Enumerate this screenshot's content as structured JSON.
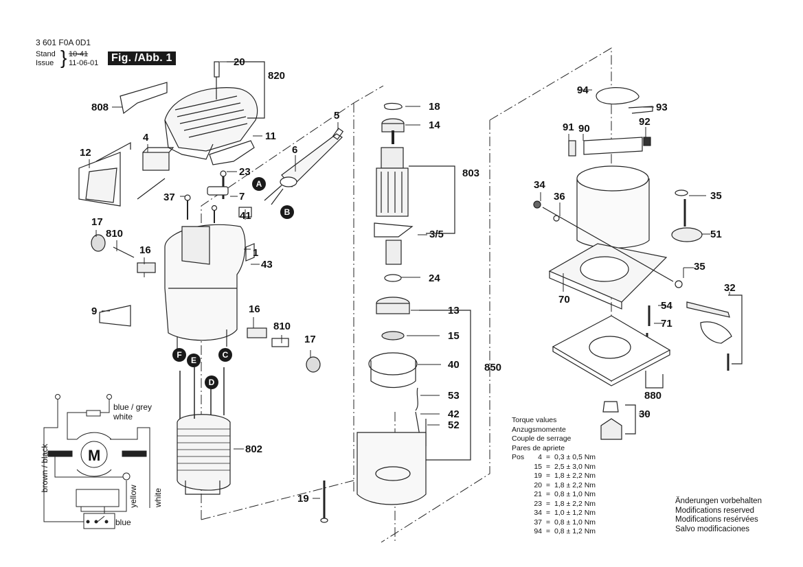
{
  "header": {
    "doc_id": "3 601 F0A 0D1",
    "stand_label": "Stand",
    "issue_label": "Issue",
    "issue_old": "10-41",
    "issue_new": "11-06-01",
    "figure_label": "Fig. /Abb. 1"
  },
  "part_labels": {
    "p20": "20",
    "p820": "820",
    "p808": "808",
    "p11": "11",
    "p4": "4",
    "p12": "12",
    "p5": "5",
    "p6": "6",
    "p23": "23",
    "p37": "37",
    "p7": "7",
    "p41": "41",
    "p17a": "17",
    "p810a": "810",
    "p16a": "16",
    "p1": "1",
    "p43": "43",
    "p9": "9",
    "p16b": "16",
    "p810b": "810",
    "p17b": "17",
    "p802": "802",
    "p18": "18",
    "p14": "14",
    "p803": "803",
    "p3_5": "3/5",
    "p24": "24",
    "p13": "13",
    "p15": "15",
    "p40": "40",
    "p850": "850",
    "p53": "53",
    "p42": "42",
    "p52": "52",
    "p19": "19",
    "p94": "94",
    "p93": "93",
    "p91": "91",
    "p90": "90",
    "p92": "92",
    "p34": "34",
    "p36": "36",
    "p35a": "35",
    "p51": "51",
    "p70": "70",
    "p35b": "35",
    "p32": "32",
    "p54": "54",
    "p71": "71",
    "p880": "880",
    "p30": "30"
  },
  "connectors": {
    "A": "A",
    "B": "B",
    "C": "C",
    "D": "D",
    "E": "E",
    "F": "F"
  },
  "wiring": {
    "motor_symbol": "M",
    "blue_grey": "blue / grey",
    "white_top": "white",
    "brown_black": "brown / black",
    "yellow": "yellow",
    "white_side": "white",
    "blue": "blue"
  },
  "torque": {
    "titles": [
      "Torque values",
      "Anzugsmomente",
      "Couple de serrage",
      "Pares de apriete"
    ],
    "pos_label": "Pos",
    "rows": [
      {
        "pos": "4",
        "value": "0,3 ± 0,5 Nm"
      },
      {
        "pos": "15",
        "value": "2,5 ± 3,0 Nm"
      },
      {
        "pos": "19",
        "value": "1,8 ± 2,2 Nm"
      },
      {
        "pos": "20",
        "value": "1,8 ± 2,2 Nm"
      },
      {
        "pos": "21",
        "value": "0,8 ± 1,0 Nm"
      },
      {
        "pos": "23",
        "value": "1,8 ± 2,2 Nm"
      },
      {
        "pos": "34",
        "value": "1,0 ± 1,2 Nm"
      },
      {
        "pos": "37",
        "value": "0,8 ± 1,0 Nm"
      },
      {
        "pos": "94",
        "value": "0,8 ± 1,2 Nm"
      }
    ]
  },
  "modifications": [
    "Änderungen vorbehalten",
    "Modifications reserved",
    "Modifications resérvées",
    "Salvo modificaciones"
  ]
}
